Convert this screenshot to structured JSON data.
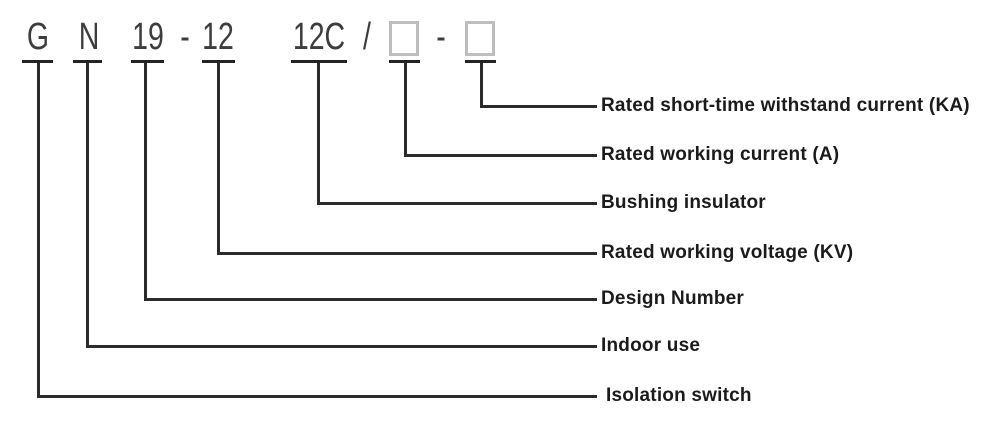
{
  "model_code": {
    "tokens": [
      {
        "type": "text",
        "text": "G"
      },
      {
        "type": "text",
        "text": "N"
      },
      {
        "type": "text",
        "text": "19"
      },
      {
        "type": "text",
        "text": "-"
      },
      {
        "type": "text",
        "text": "12"
      },
      {
        "type": "text",
        "text": "12C"
      },
      {
        "type": "text",
        "text": "/"
      },
      {
        "type": "box"
      },
      {
        "type": "text",
        "text": "-"
      },
      {
        "type": "box"
      }
    ]
  },
  "callouts": [
    {
      "label": "Rated short-time withstand current (KA)"
    },
    {
      "label": "Rated working current (A)"
    },
    {
      "label": "Bushing insulator"
    },
    {
      "label": "Rated working voltage (KV)"
    },
    {
      "label": "Design Number"
    },
    {
      "label": "Indoor use"
    },
    {
      "label": "Isolation switch"
    }
  ],
  "colors": {
    "background": "#ffffff",
    "connector_line": "#2b2b2b",
    "code_text": "#3d3d3d",
    "label_text": "#1b1b1b",
    "placeholder_box_border": "#bdbdbd"
  }
}
